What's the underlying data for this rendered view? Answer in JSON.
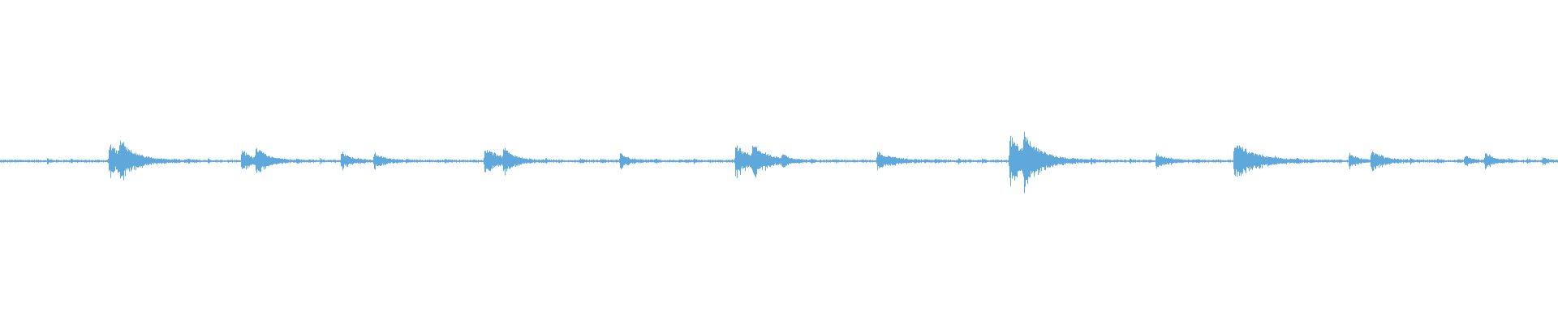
{
  "waveform": {
    "color": "#5fa8dc",
    "baseline_amplitude": 0.012,
    "peaks": [
      {
        "position": 0.07,
        "amplitude": 0.2,
        "decay": 0.012
      },
      {
        "position": 0.077,
        "amplitude": 0.16,
        "decay": 0.008
      },
      {
        "position": 0.155,
        "amplitude": 0.14,
        "decay": 0.006
      },
      {
        "position": 0.164,
        "amplitude": 0.14,
        "decay": 0.008
      },
      {
        "position": 0.219,
        "amplitude": 0.11,
        "decay": 0.006
      },
      {
        "position": 0.24,
        "amplitude": 0.1,
        "decay": 0.006
      },
      {
        "position": 0.311,
        "amplitude": 0.16,
        "decay": 0.01
      },
      {
        "position": 0.323,
        "amplitude": 0.12,
        "decay": 0.006
      },
      {
        "position": 0.398,
        "amplitude": 0.1,
        "decay": 0.005
      },
      {
        "position": 0.472,
        "amplitude": 0.18,
        "decay": 0.01
      },
      {
        "position": 0.483,
        "amplitude": 0.16,
        "decay": 0.008
      },
      {
        "position": 0.502,
        "amplitude": 0.07,
        "decay": 0.004
      },
      {
        "position": 0.563,
        "amplitude": 0.11,
        "decay": 0.01
      },
      {
        "position": 0.648,
        "amplitude": 0.3,
        "decay": 0.01
      },
      {
        "position": 0.657,
        "amplitude": 0.22,
        "decay": 0.012
      },
      {
        "position": 0.742,
        "amplitude": 0.08,
        "decay": 0.008
      },
      {
        "position": 0.792,
        "amplitude": 0.22,
        "decay": 0.014
      },
      {
        "position": 0.866,
        "amplitude": 0.09,
        "decay": 0.005
      },
      {
        "position": 0.88,
        "amplitude": 0.12,
        "decay": 0.008
      },
      {
        "position": 0.94,
        "amplitude": 0.06,
        "decay": 0.004
      },
      {
        "position": 0.953,
        "amplitude": 0.09,
        "decay": 0.006
      },
      {
        "position": 0.99,
        "amplitude": 0.04,
        "decay": 0.004
      }
    ],
    "minor_blips": [
      0.03,
      0.045,
      0.12,
      0.133,
      0.19,
      0.205,
      0.26,
      0.285,
      0.35,
      0.372,
      0.385,
      0.42,
      0.445,
      0.52,
      0.536,
      0.6,
      0.615,
      0.63,
      0.7,
      0.725,
      0.768,
      0.818,
      0.832,
      0.905,
      0.922,
      0.935,
      0.968,
      0.98
    ]
  }
}
